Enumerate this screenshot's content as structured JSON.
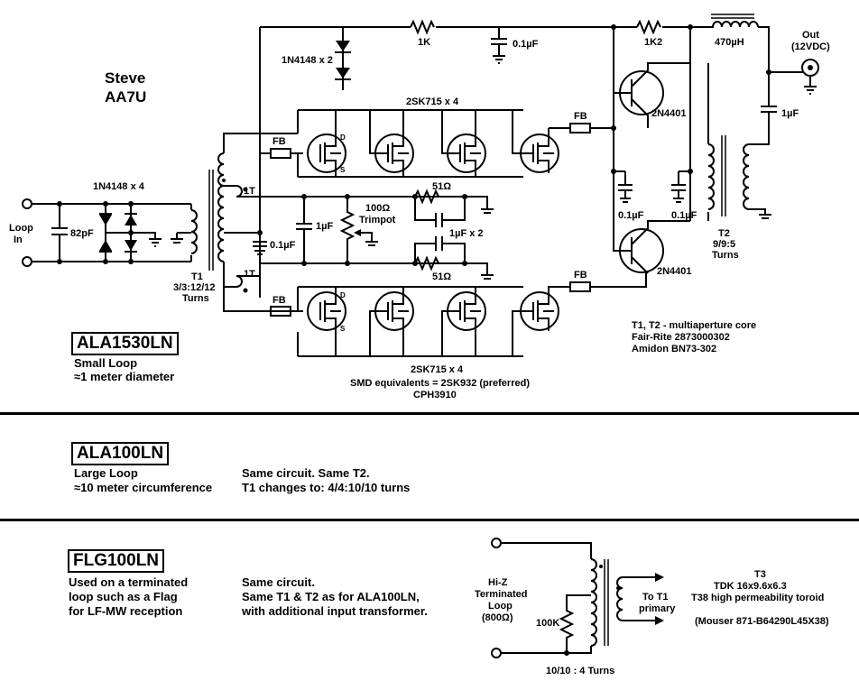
{
  "author": {
    "line1": "Steve",
    "line2": "AA7U"
  },
  "labels": {
    "d_top": "1N4148 x 2",
    "r_1k": "1K",
    "c_top": "0.1µF",
    "r_1k2": "1K2",
    "l_470": "470µH",
    "out_1": "Out",
    "out_2": "(12VDC)",
    "fet_top": "2SK715 x 4",
    "fb": "FB",
    "q_top": "2N4401",
    "q_bot": "2N4401",
    "c_out": "1µF",
    "d_in": "1N4148 x 4",
    "loop_1": "Loop",
    "loop_2": "In",
    "c_82": "82pF",
    "t1_1": "T1",
    "t1_2": "3/3:12/12",
    "t1_3": "Turns",
    "tap_1t": "1T",
    "c_1uf": "1µF",
    "c_01_left": "0.1µF",
    "trim_1": "100Ω",
    "trim_2": "Trimpot",
    "r_51": "51Ω",
    "c_1uf_x2": "1µF x 2",
    "c_01_a": "0.1µF",
    "c_01_b": "0.1µF",
    "t2_1": "T2",
    "t2_2": "9/9:5",
    "t2_3": "Turns",
    "fet_bot": "2SK715 x 4",
    "smd_1": "SMD equivalents = 2SK932 (preferred)",
    "smd_2": "CPH3910",
    "core_1": "T1, T2 - multiaperture core",
    "core_2": "Fair-Rite 2873000302",
    "core_3": "Amidon BN73-302",
    "d_pin": "D",
    "s_pin": "S"
  },
  "sections": [
    {
      "model": "ALA1530LN",
      "desc_1": "Small Loop",
      "desc_2": "≈1 meter diameter"
    },
    {
      "model": "ALA100LN",
      "desc_1": "Large Loop",
      "desc_2": "≈10 meter circumference",
      "note_1": "Same circuit. Same T2.",
      "note_2": "T1 changes to: 4/4:10/10 turns"
    },
    {
      "model": "FLG100LN",
      "desc_1": "Used on a terminated",
      "desc_2": "loop such as a Flag",
      "desc_3": "for LF-MW reception",
      "note_1": "Same circuit.",
      "note_2": "Same T1 & T2 as for ALA100LN,",
      "note_3": "with additional input transformer."
    }
  ],
  "flag": {
    "hiz_1": "Hi-Z",
    "hiz_2": "Terminated",
    "hiz_3": "Loop",
    "hiz_4": "(800Ω)",
    "r_100k": "100K",
    "to_1": "To T1",
    "to_2": "primary",
    "t3_1": "T3",
    "t3_2": "TDK 16x9.6x6.3",
    "t3_3": "T38 high permeability toroid",
    "t3_4": "(Mouser 871-B64290L45X38)",
    "turns": "10/10 : 4 Turns"
  }
}
